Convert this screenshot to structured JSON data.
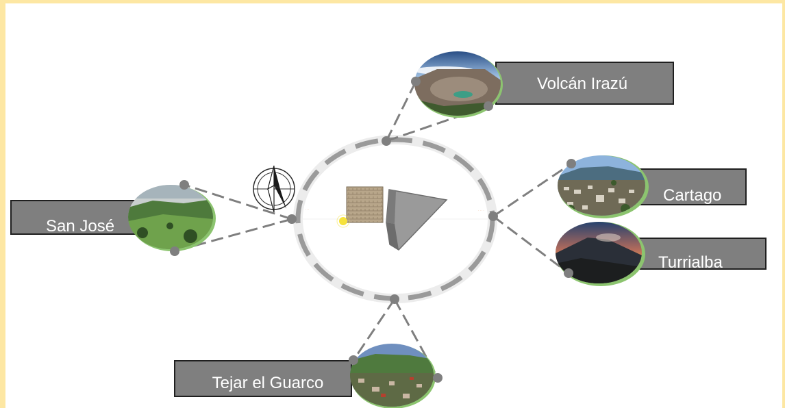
{
  "colors": {
    "frame": "#fde7a3",
    "label_fill": "#7f7f7f",
    "label_border": "#1f1f1f",
    "connector": "#7f7f7f",
    "ring": "#9a9a9a",
    "photo_border": "#8cc46f"
  },
  "icons": {
    "compass": "north-arrow-compass-icon",
    "building": "building-model-icon",
    "sun": "sun-icon"
  },
  "locations": [
    {
      "id": "volcan-irazu",
      "label": "Volcán Irazú",
      "photo": "volcano-crater-photo"
    },
    {
      "id": "cartago",
      "label": "Cartago",
      "photo": "city-valley-photo"
    },
    {
      "id": "turrialba",
      "label": "Turrialba",
      "photo": "volcano-sunset-photo"
    },
    {
      "id": "san-jose",
      "label": "San José",
      "photo": "green-hills-photo"
    },
    {
      "id": "tejar-el-guarco",
      "label": "Tejar el Guarco",
      "photo": "town-aerial-photo"
    }
  ]
}
